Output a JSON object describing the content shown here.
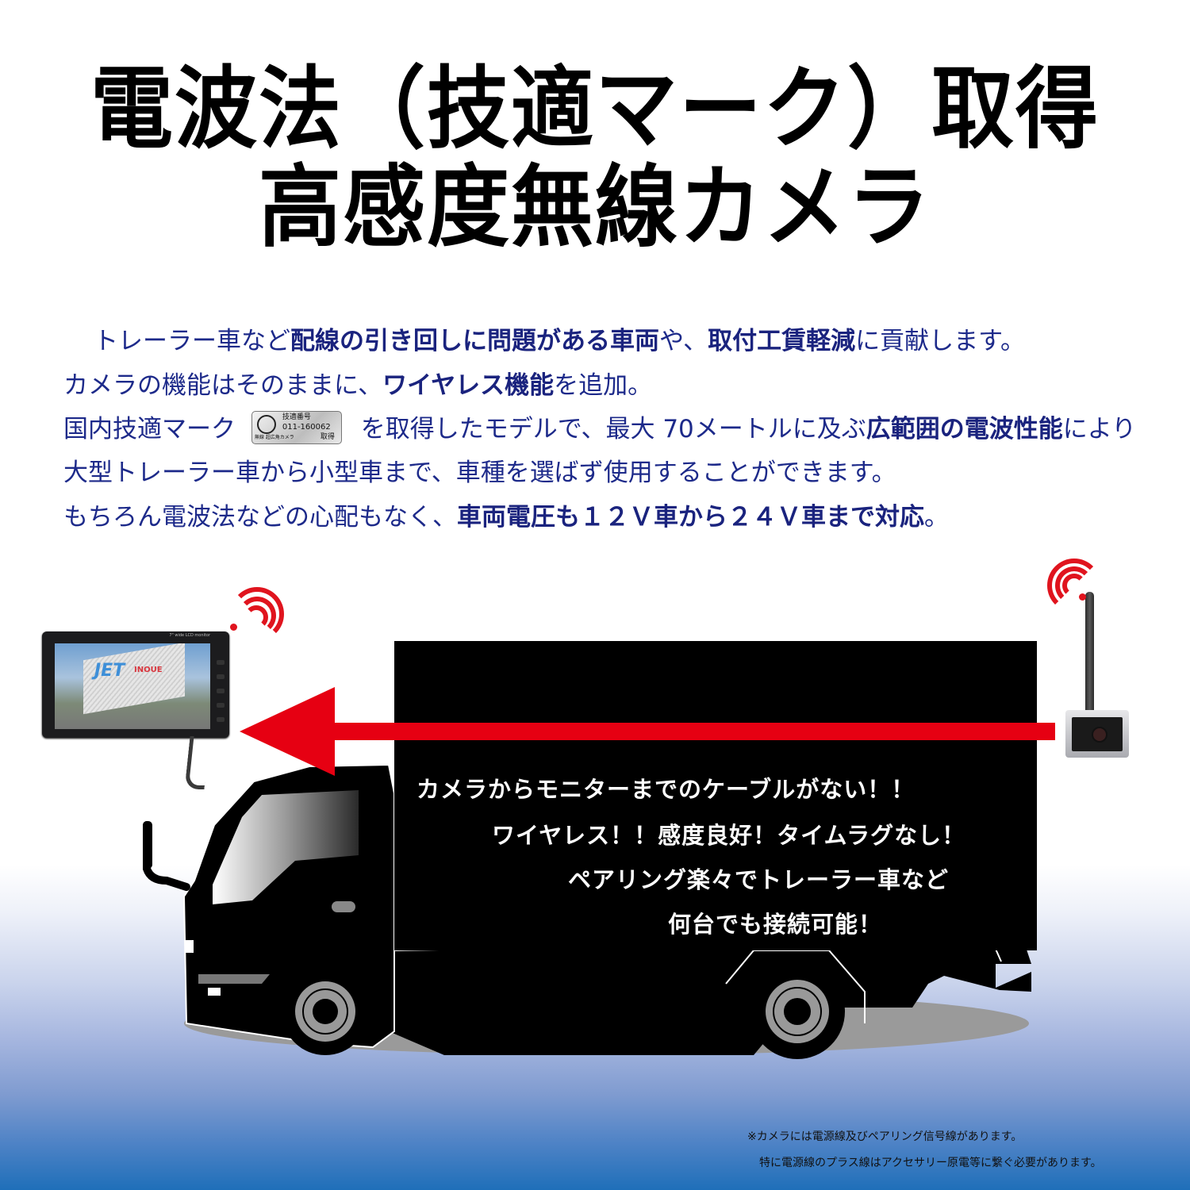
{
  "headline": {
    "line1": "電波法（技適マーク）取得",
    "line2": "高感度無線カメラ"
  },
  "description": {
    "lines": [
      [
        {
          "text": "トレーラー車など",
          "bold": false
        },
        {
          "text": "配線の引き回しに問題がある車両",
          "bold": true
        },
        {
          "text": "や、",
          "bold": false
        },
        {
          "text": "取付工賃軽減",
          "bold": true
        },
        {
          "text": "に貢献します。",
          "bold": false
        }
      ],
      [
        {
          "text": "カメラの機能はそのままに、",
          "bold": false
        },
        {
          "text": "ワイヤレス機能",
          "bold": true
        },
        {
          "text": "を追加。",
          "bold": false
        }
      ],
      [
        {
          "text": "国内技適マーク",
          "bold": false
        },
        {
          "badge": true
        },
        {
          "text": "を取得したモデルで、最大 70メートルに及ぶ",
          "bold": false
        },
        {
          "text": "広範囲の電波性能",
          "bold": true
        },
        {
          "text": "により",
          "bold": false
        }
      ],
      [
        {
          "text": "大型トレーラー車から小型車まで、車種を選ばず使用することができます。",
          "bold": false
        }
      ],
      [
        {
          "text": "もちろん電波法などの心配もなく、",
          "bold": false
        },
        {
          "text": "車両電圧も１２Ｖ車から２４Ｖ車まで対応",
          "bold": true
        },
        {
          "text": "。",
          "bold": false
        }
      ]
    ]
  },
  "giteki_badge": {
    "label_top": "技適番号",
    "number": "011-160062",
    "label_right": "取得",
    "label_bottom": "無線 超広角カメラ"
  },
  "illustration": {
    "monitor": {
      "screen_logo": "JET",
      "screen_logo_sub": "INOUE",
      "bezel_label": "7\" wide LCD monitor"
    },
    "box_text": [
      "カメラからモニターまでのケーブルがない！！",
      "ワイヤレス！！感度良好！タイムラグなし！",
      "ペアリング楽々でトレーラー車など",
      "何台でも接続可能！"
    ],
    "colors": {
      "arrow": "#e60012",
      "wifi": "#e0141e",
      "truck": "#000000",
      "text": "#1d2a8a"
    }
  },
  "notes": [
    "※カメラには電源線及びペアリング信号線があります。",
    "特に電源線のプラス線はアクセサリー原電等に繋ぐ必要があります。"
  ]
}
